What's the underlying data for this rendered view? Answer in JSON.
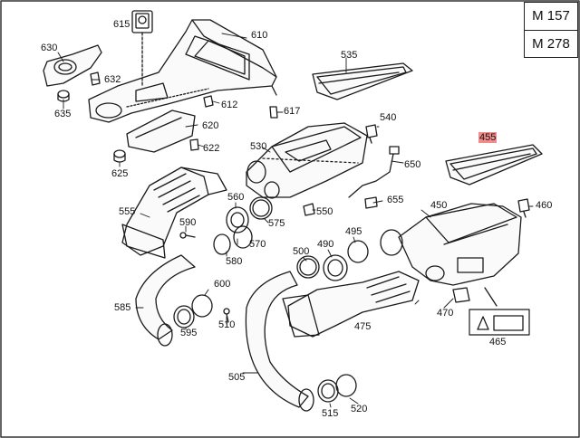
{
  "models": [
    "M 157",
    "M 278"
  ],
  "highlighted_part": "455",
  "parts": [
    {
      "id": "615"
    },
    {
      "id": "610"
    },
    {
      "id": "630"
    },
    {
      "id": "632"
    },
    {
      "id": "635"
    },
    {
      "id": "612"
    },
    {
      "id": "617"
    },
    {
      "id": "620"
    },
    {
      "id": "622"
    },
    {
      "id": "625"
    },
    {
      "id": "535"
    },
    {
      "id": "540"
    },
    {
      "id": "530"
    },
    {
      "id": "650"
    },
    {
      "id": "455"
    },
    {
      "id": "555"
    },
    {
      "id": "590"
    },
    {
      "id": "560"
    },
    {
      "id": "550"
    },
    {
      "id": "655"
    },
    {
      "id": "450"
    },
    {
      "id": "460"
    },
    {
      "id": "575"
    },
    {
      "id": "495"
    },
    {
      "id": "500"
    },
    {
      "id": "490"
    },
    {
      "id": "570"
    },
    {
      "id": "580"
    },
    {
      "id": "585"
    },
    {
      "id": "600"
    },
    {
      "id": "595"
    },
    {
      "id": "510"
    },
    {
      "id": "475"
    },
    {
      "id": "470"
    },
    {
      "id": "465"
    },
    {
      "id": "505"
    },
    {
      "id": "515"
    },
    {
      "id": "520"
    }
  ]
}
